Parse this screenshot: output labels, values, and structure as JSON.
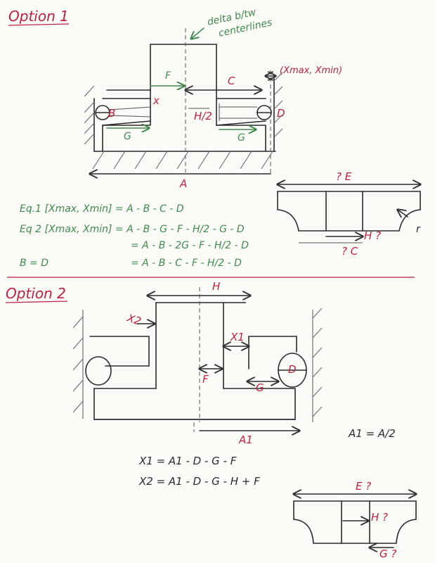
{
  "option1": {
    "title": "Option 1",
    "note_delta": "delta b/tw",
    "note_centerlines": "centerlines",
    "xmax_note": "(Xmax, Xmin)",
    "label_F": "F",
    "label_C": "C",
    "label_x": "x",
    "label_B": "B",
    "label_D": "D",
    "label_H2": "H/2",
    "label_G_left": "G",
    "label_G_right": "G",
    "label_A": "A",
    "side_E": "? E",
    "side_H": "H ?",
    "side_C": "? C",
    "side_r": "r",
    "eq1": "Eq.1  [Xmax, Xmin] = A - B - C - D",
    "eq2": "Eq 2  [Xmax, Xmin] = A - B - G - F - H/2 - G - D",
    "eq3": "= A - B - 2G - F - H/2 - D",
    "eq4": "= A - B - C - F - H/2 - D",
    "b_eq_d": "B = D"
  },
  "option2": {
    "title": "Option 2",
    "label_H": "H",
    "label_X2": "X2",
    "label_X1": "X1",
    "label_F": "F",
    "label_G": "G",
    "label_D": "D",
    "label_A1": "A1",
    "a1_eq": "A1 = A/2",
    "eq_x1": "X1 = A1 - D - G - F",
    "eq_x2": "X2 = A1 - D - G - H + F",
    "side_E": "E ?",
    "side_H": "H ?",
    "side_G": "G ?"
  },
  "colors": {
    "red": "#c02040",
    "green": "#3f8a4a",
    "ink": "#2a2a2a"
  }
}
